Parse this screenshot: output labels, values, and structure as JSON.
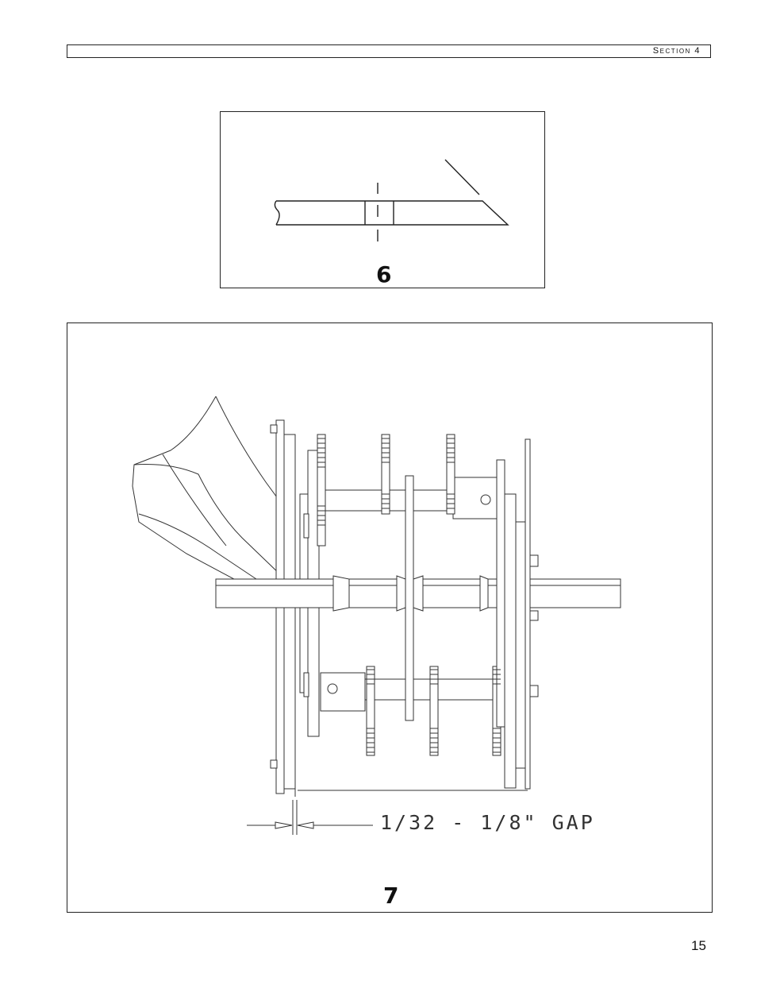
{
  "header": {
    "section": "Section 4"
  },
  "figures": [
    {
      "number": "6"
    },
    {
      "number": "7",
      "gap_label": "1/32 - 1/8\" GAP"
    }
  ],
  "page": {
    "number": "15"
  }
}
